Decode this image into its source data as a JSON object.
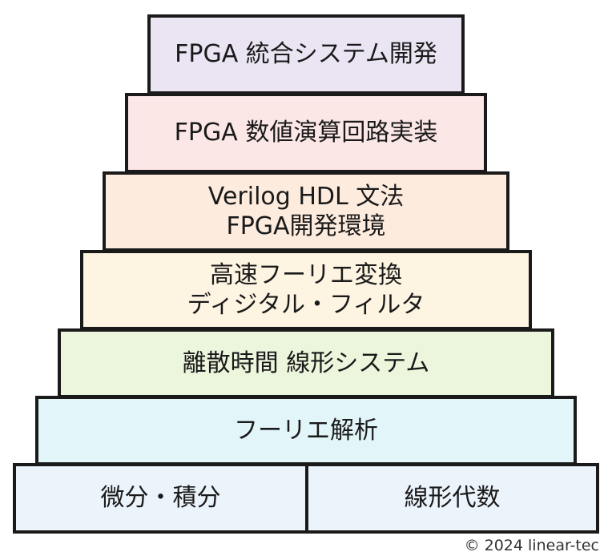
{
  "pyramid": {
    "level7": {
      "lines": [
        "FPGA 統合システム開発"
      ]
    },
    "level6": {
      "lines": [
        "FPGA 数値演算回路実装"
      ]
    },
    "level5": {
      "lines": [
        "Verilog HDL 文法",
        "FPGA開発環境"
      ]
    },
    "level4": {
      "lines": [
        "高速フーリエ変換",
        "ディジタル・フィルタ"
      ]
    },
    "level3": {
      "lines": [
        "離散時間 線形システム"
      ]
    },
    "level2": {
      "lines": [
        "フーリエ解析"
      ]
    },
    "level1": {
      "left": "微分・積分",
      "right": "線形代数"
    }
  },
  "colors": {
    "level7": "#ebe5f3",
    "level6": "#fce7e7",
    "level5": "#fdebde",
    "level4": "#fdf4e2",
    "level3": "#ecf6dc",
    "level2": "#e2f5f9",
    "level1": "#ebf3fb",
    "border": "#1a1a1a"
  },
  "copyright": "© 2024 linear-tec"
}
